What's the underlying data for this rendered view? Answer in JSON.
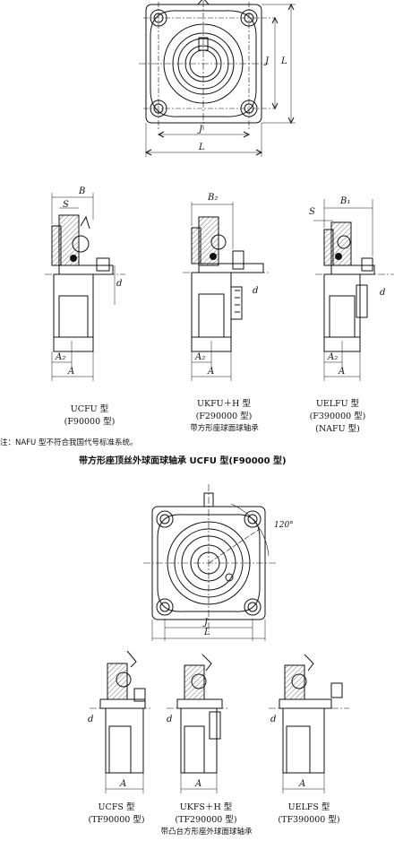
{
  "top_figure": {
    "dims": {
      "J_v": "J",
      "L_v": "L",
      "J_h": "J",
      "L_h": "L"
    }
  },
  "side_views": [
    {
      "id": "ucfu",
      "model": "UCFU 型",
      "series": "(F90000 型)",
      "dims": [
        "B",
        "S",
        "d",
        "A₂",
        "A"
      ]
    },
    {
      "id": "ukfu",
      "model": "UKFU＋H 型",
      "series": "(F290000 型)",
      "dims": [
        "B₂",
        "d",
        "A₂",
        "A"
      ]
    },
    {
      "id": "uelfu",
      "model": "UELFU 型",
      "series": "(F390000 型)",
      "extra": "(NAFU 型)",
      "dims": [
        "S",
        "B₁",
        "d",
        "A₂",
        "A"
      ]
    }
  ],
  "mid_caption": "带方形座球面球轴承",
  "note": "注：NAFU 型不符合我国代号标准系统。",
  "section_title": "带方形座顶丝外球面球轴承 UCFU 型(F90000 型)",
  "bottom_figure": {
    "angle": "120°",
    "dims": {
      "J": "J",
      "L": "L"
    }
  },
  "bottom_views": [
    {
      "id": "ucfs",
      "model": "UCFS 型",
      "series": "(TF90000 型)",
      "dims": [
        "d",
        "A"
      ]
    },
    {
      "id": "ukfs",
      "model": "UKFS＋H 型",
      "series": "(TF290000 型)",
      "dims": [
        "d",
        "A"
      ]
    },
    {
      "id": "uelfs",
      "model": "UELFS 型",
      "series": "(TF390000 型)",
      "dims": [
        "d",
        "A"
      ]
    }
  ],
  "bottom_caption": "带凸台方形座外球面球轴承"
}
